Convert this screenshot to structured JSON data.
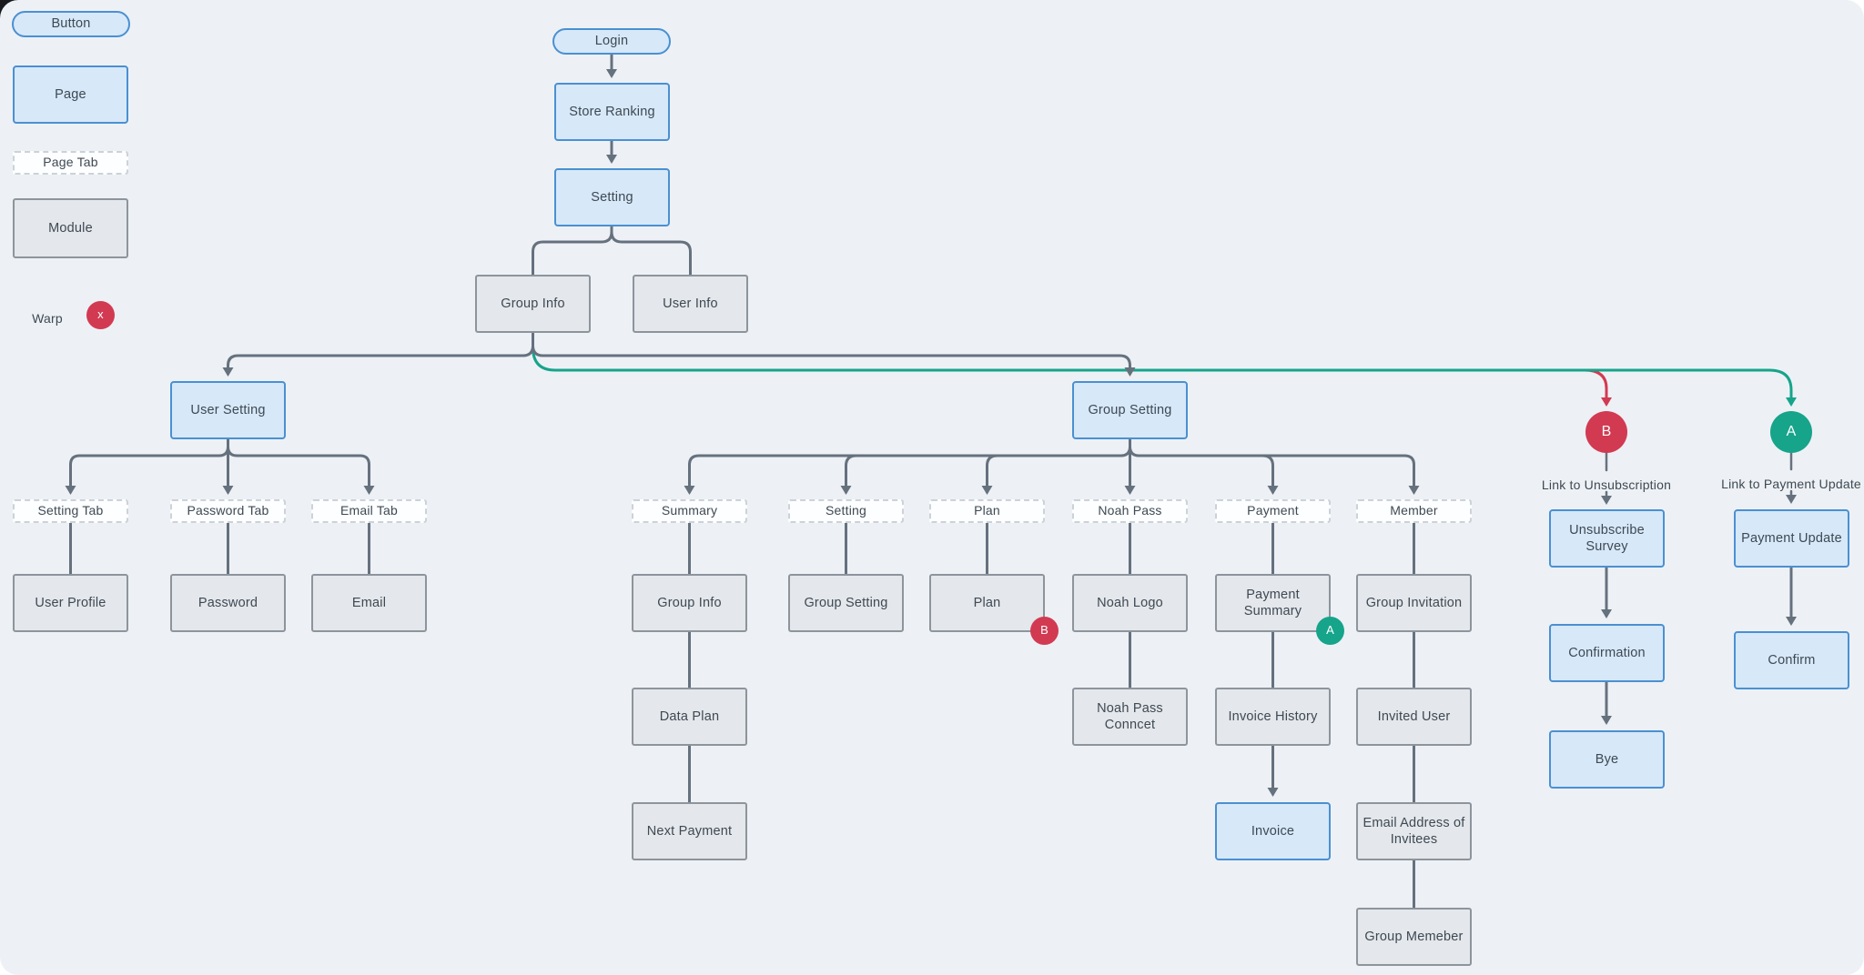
{
  "app": {
    "type": "sitemap-flow-diagram",
    "colors": {
      "background": "#edf1f5",
      "page_fill": "#d7e8f8",
      "page_border": "#4a90d2",
      "module_fill": "#e4e7eb",
      "module_border": "#8d949c",
      "tab_border": "#ccd2d8",
      "connector_gray": "#66717e",
      "warp_teal": "#16a48b",
      "warp_red": "#d23a52",
      "text": "#3e4953"
    }
  },
  "legend": {
    "button_label": "Button",
    "page_label": "Page",
    "page_tab_label": "Page Tab",
    "module_label": "Module",
    "warp_label": "Warp",
    "warp_symbol": "x"
  },
  "nodes": {
    "login": {
      "label": "Login",
      "type": "button"
    },
    "store_ranking": {
      "label": "Store Ranking",
      "type": "page"
    },
    "setting": {
      "label": "Setting",
      "type": "page"
    },
    "group_info": {
      "label": "Group Info",
      "type": "module"
    },
    "user_info": {
      "label": "User Info",
      "type": "module"
    },
    "user_setting": {
      "label": "User Setting",
      "type": "page"
    },
    "group_setting_page": {
      "label": "Group Setting",
      "type": "page"
    },
    "setting_tab": {
      "label": "Setting Tab",
      "type": "page-tab"
    },
    "password_tab": {
      "label": "Password Tab",
      "type": "page-tab"
    },
    "email_tab": {
      "label": "Email Tab",
      "type": "page-tab"
    },
    "user_profile": {
      "label": "User Profile",
      "type": "module"
    },
    "password": {
      "label": "Password",
      "type": "module"
    },
    "email": {
      "label": "Email",
      "type": "module"
    },
    "summary_tab": {
      "label": "Summary",
      "type": "page-tab"
    },
    "setting_tab2": {
      "label": "Setting",
      "type": "page-tab"
    },
    "plan_tab": {
      "label": "Plan",
      "type": "page-tab"
    },
    "noah_pass_tab": {
      "label": "Noah Pass",
      "type": "page-tab"
    },
    "payment_tab": {
      "label": "Payment",
      "type": "page-tab"
    },
    "member_tab": {
      "label": "Member",
      "type": "page-tab"
    },
    "group_info2": {
      "label": "Group Info",
      "type": "module"
    },
    "group_setting_module": {
      "label": "Group Setting",
      "type": "module"
    },
    "plan_module": {
      "label": "Plan",
      "type": "module"
    },
    "noah_logo": {
      "label": "Noah Logo",
      "type": "module"
    },
    "payment_summary": {
      "label": "Payment Summary",
      "type": "module"
    },
    "group_invitation": {
      "label": "Group Invitation",
      "type": "module"
    },
    "data_plan": {
      "label": "Data Plan",
      "type": "module"
    },
    "noah_pass_conncet": {
      "label": "Noah Pass Conncet",
      "type": "module"
    },
    "invoice_history": {
      "label": "Invoice History",
      "type": "module"
    },
    "invited_user": {
      "label": "Invited User",
      "type": "module"
    },
    "next_payment": {
      "label": "Next Payment",
      "type": "module"
    },
    "invoice": {
      "label": "Invoice",
      "type": "page"
    },
    "email_address_of_invitees": {
      "label": "Email Address of Invitees",
      "type": "module"
    },
    "group_memeber": {
      "label": "Group Memeber",
      "type": "module"
    },
    "unsubscribe_survey": {
      "label": "Unsubscribe Survey",
      "type": "page"
    },
    "confirmation": {
      "label": "Confirmation",
      "type": "page"
    },
    "bye": {
      "label": "Bye",
      "type": "page"
    },
    "payment_update": {
      "label": "Payment Update",
      "type": "page"
    },
    "confirm": {
      "label": "Confirm",
      "type": "page"
    }
  },
  "badges": {
    "warp_b": "B",
    "warp_a": "A",
    "plan_warp": "B",
    "payment_summary_warp": "A"
  },
  "links": {
    "unsubscription": "Link to Unsubscription",
    "payment_update": "Link to Payment Update"
  }
}
